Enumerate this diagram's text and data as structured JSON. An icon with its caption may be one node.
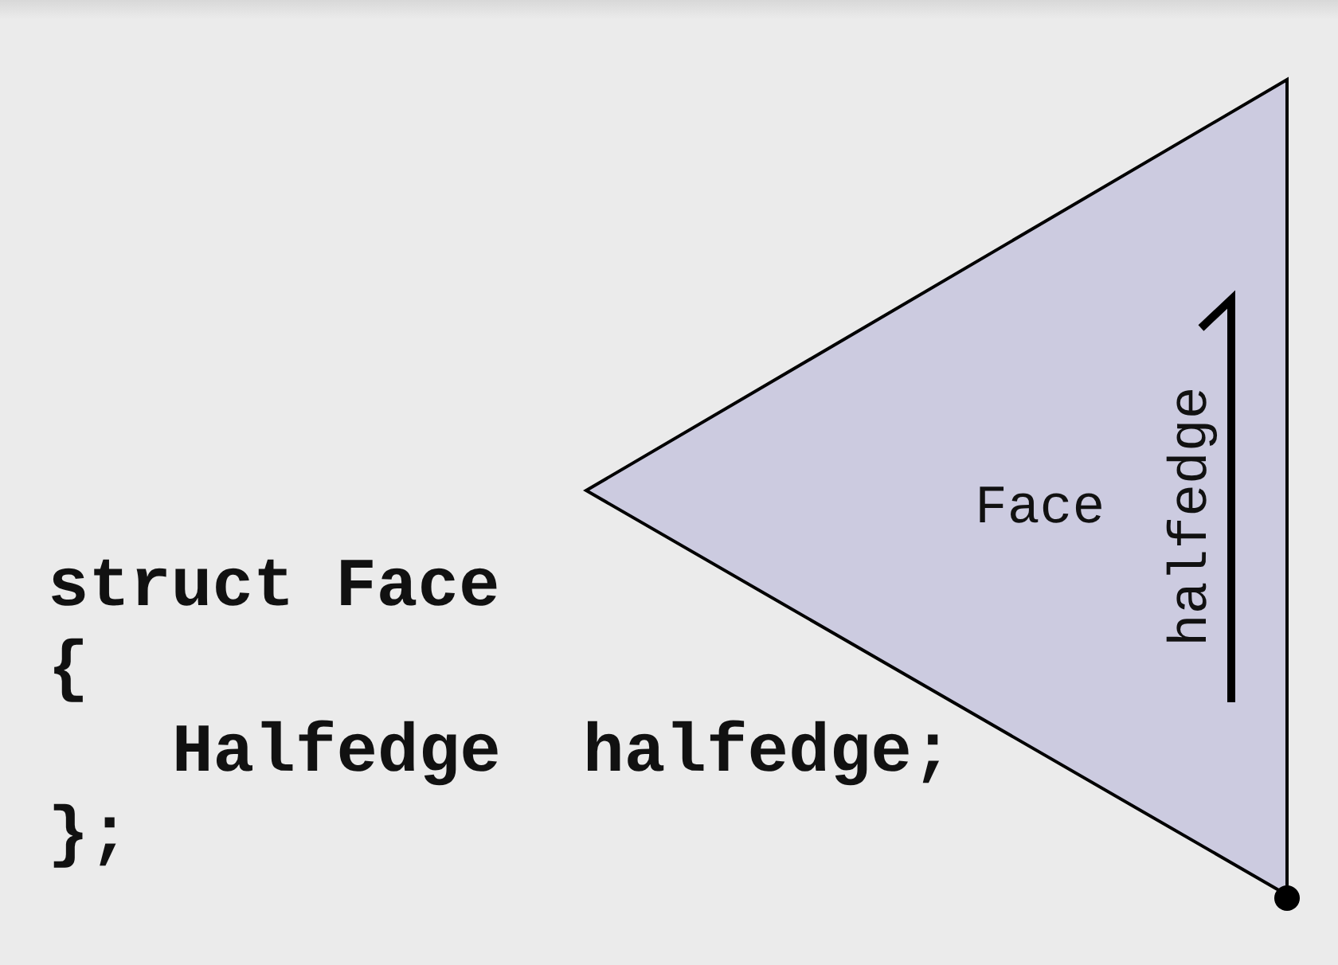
{
  "diagram": {
    "nodes": [
      {
        "text": [
          "Face"
        ]
      }
    ],
    "labels": [
      "halfedge",
      "struct Face",
      "{",
      "Halfedge  halfedge;",
      "};"
    ]
  }
}
